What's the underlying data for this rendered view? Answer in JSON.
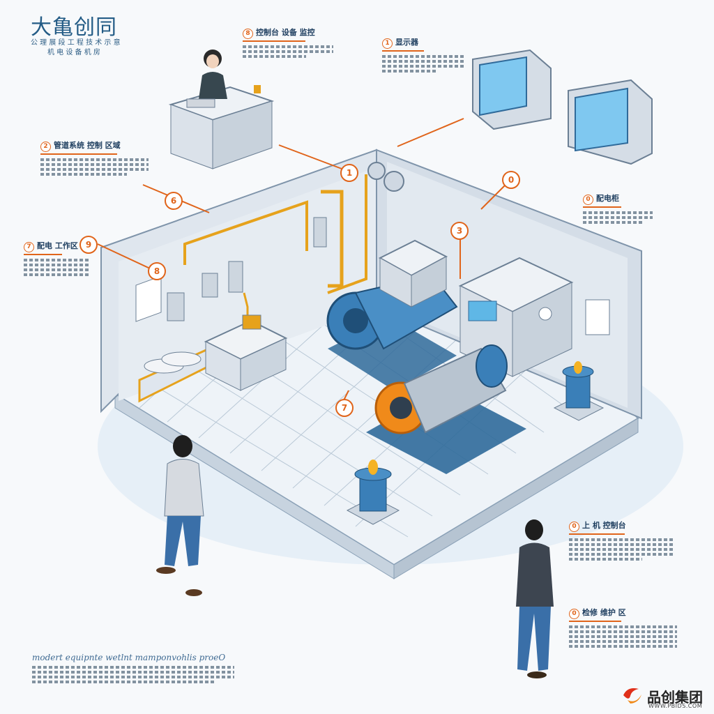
{
  "title": "大亀创同",
  "subtitle": "公 理 展 段 工 程  技 术 示 意",
  "subtitle2": "机 电 设 备 机 房",
  "callouts": [
    {
      "num": "8",
      "label": "控制台 设备 监控"
    },
    {
      "num": "1",
      "label": "显示器"
    },
    {
      "num": "2",
      "label": "管道系统 控制 区域"
    },
    {
      "num": "0",
      "label": "配电柜"
    },
    {
      "num": "7",
      "label": "配电 工作区"
    },
    {
      "num": "0",
      "label": "上 机 控制台"
    },
    {
      "num": "0",
      "label": "检修 维护 区"
    }
  ],
  "markers": [
    "1",
    "6",
    "0",
    "3",
    "8",
    "9",
    "7"
  ],
  "footer_title": "modert equipnte wetlnt mamponvohlis proeO",
  "logo": {
    "name": "品创集团",
    "url": "WWW.PBIDS.COM"
  },
  "colors": {
    "accent": "#e0641a",
    "machine_blue": "#3a7fb8",
    "pipe": "#e6a21c",
    "room": "#dde6ef"
  }
}
